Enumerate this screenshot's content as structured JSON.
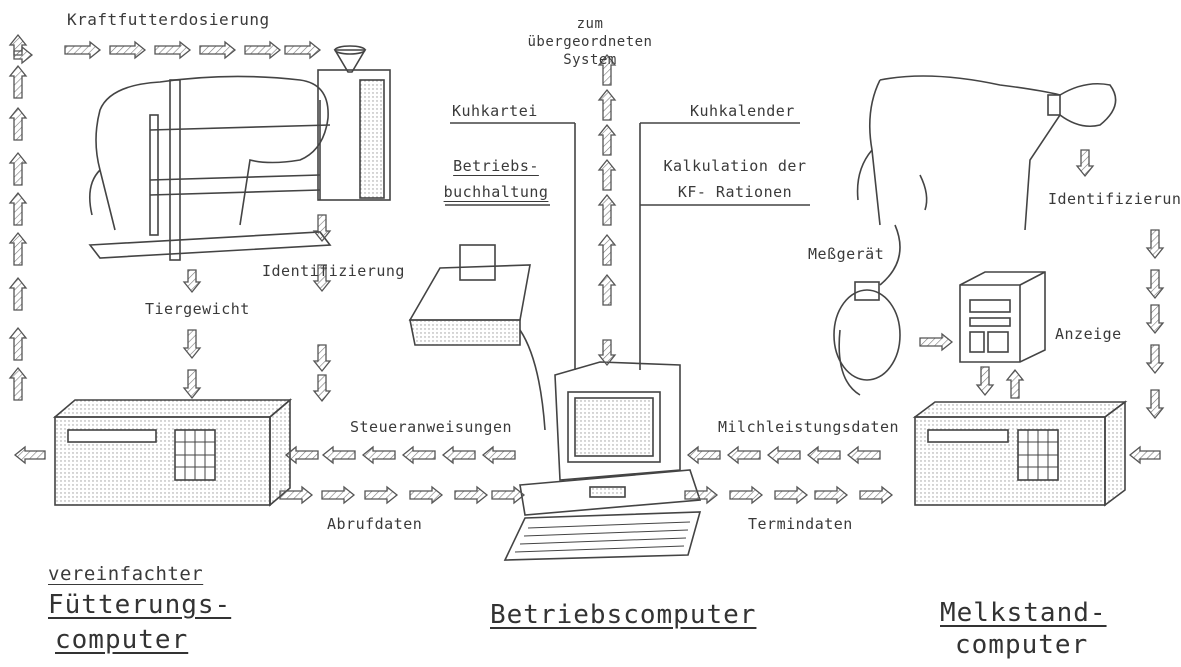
{
  "labels": {
    "kraftfutter": "Kraftfutterdosierung",
    "system": "zum übergeordneten\nSystem",
    "kuhkartei": "Kuhkartei",
    "kuhkalender": "Kuhkalender",
    "betriebsbuch": "Betriebs-\nbuchhaltung",
    "kalkulation": "Kalkulation der\nKF- Rationen",
    "identifizierung_left": "Identifizierung",
    "identifizierung_right": "Identifizierung",
    "tiergewicht": "Tiergewicht",
    "messgeraet": "Meßgerät",
    "anzeige": "Anzeige",
    "steueranweisungen": "Steueranweisungen",
    "milchleistungsdaten": "Milchleistungsdaten",
    "abrufdaten": "Abrufdaten",
    "termindaten": "Termindaten",
    "title_left_1": "vereinfachter",
    "title_left_2": "Fütterungs-",
    "title_left_3": "computer",
    "title_center": "Betriebscomputer",
    "title_right_1": "Melkstand-",
    "title_right_2": "computer"
  }
}
